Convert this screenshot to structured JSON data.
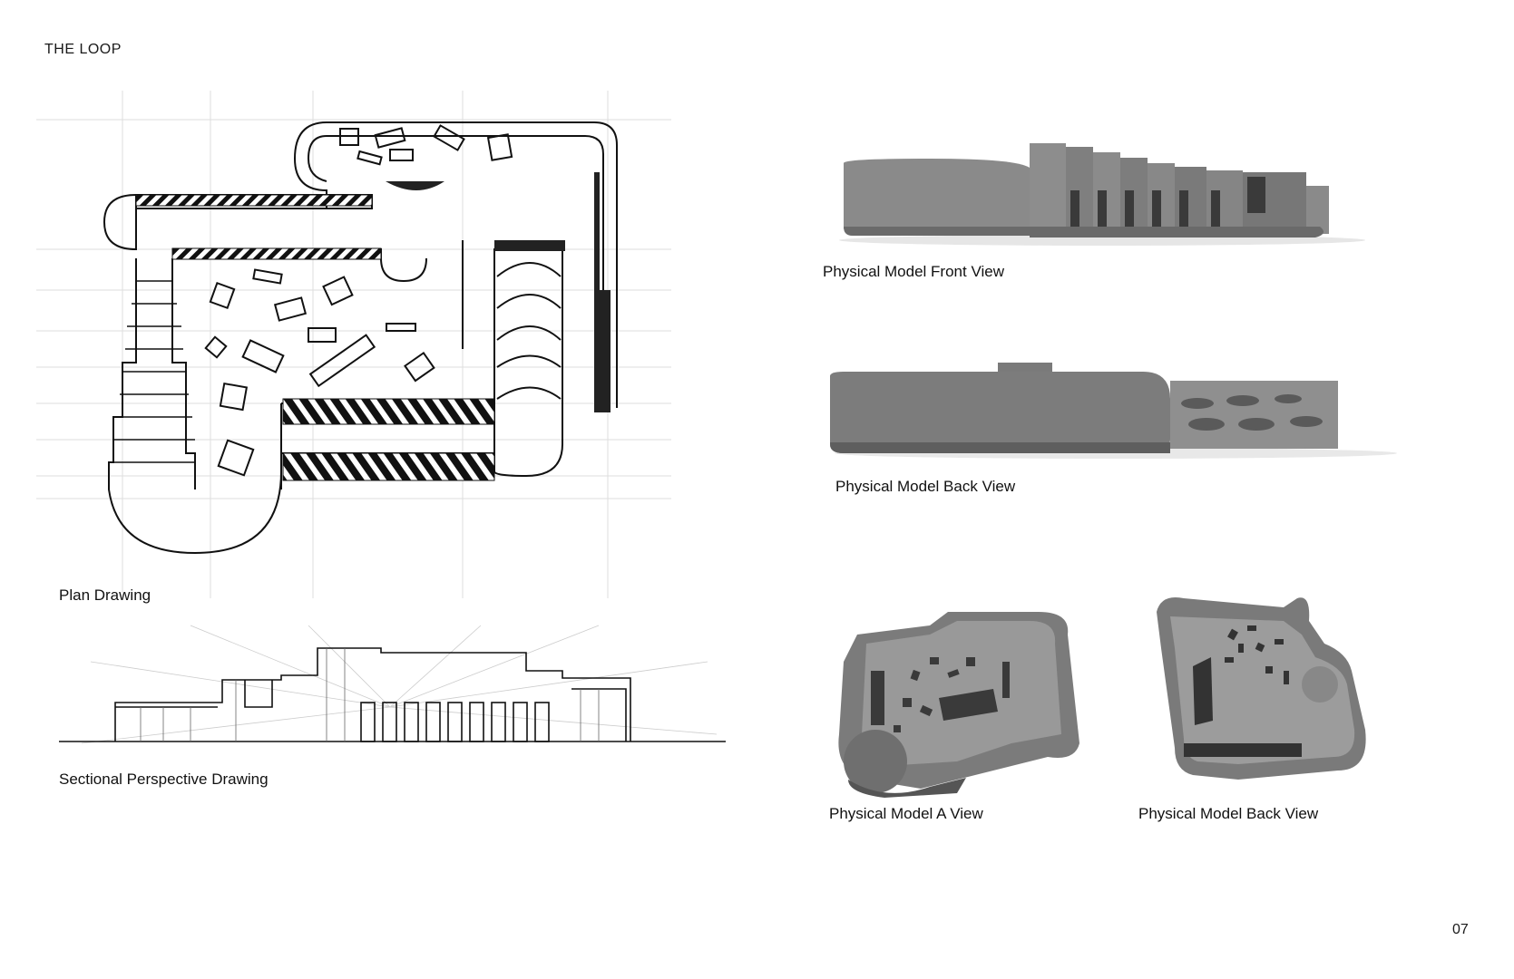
{
  "header": {
    "title": "THE LOOP"
  },
  "captions": {
    "plan": "Plan Drawing",
    "section": "Sectional Perspective Drawing",
    "front": "Physical Model Front View",
    "back": "Physical Model Back View",
    "model_a": "Physical Model A View",
    "model_back2": "Physical Model Back View"
  },
  "footer": {
    "page_number": "07"
  },
  "colors": {
    "model_grey": "#7a7a7a",
    "model_dark": "#4a4a4a",
    "ink": "#111111"
  }
}
